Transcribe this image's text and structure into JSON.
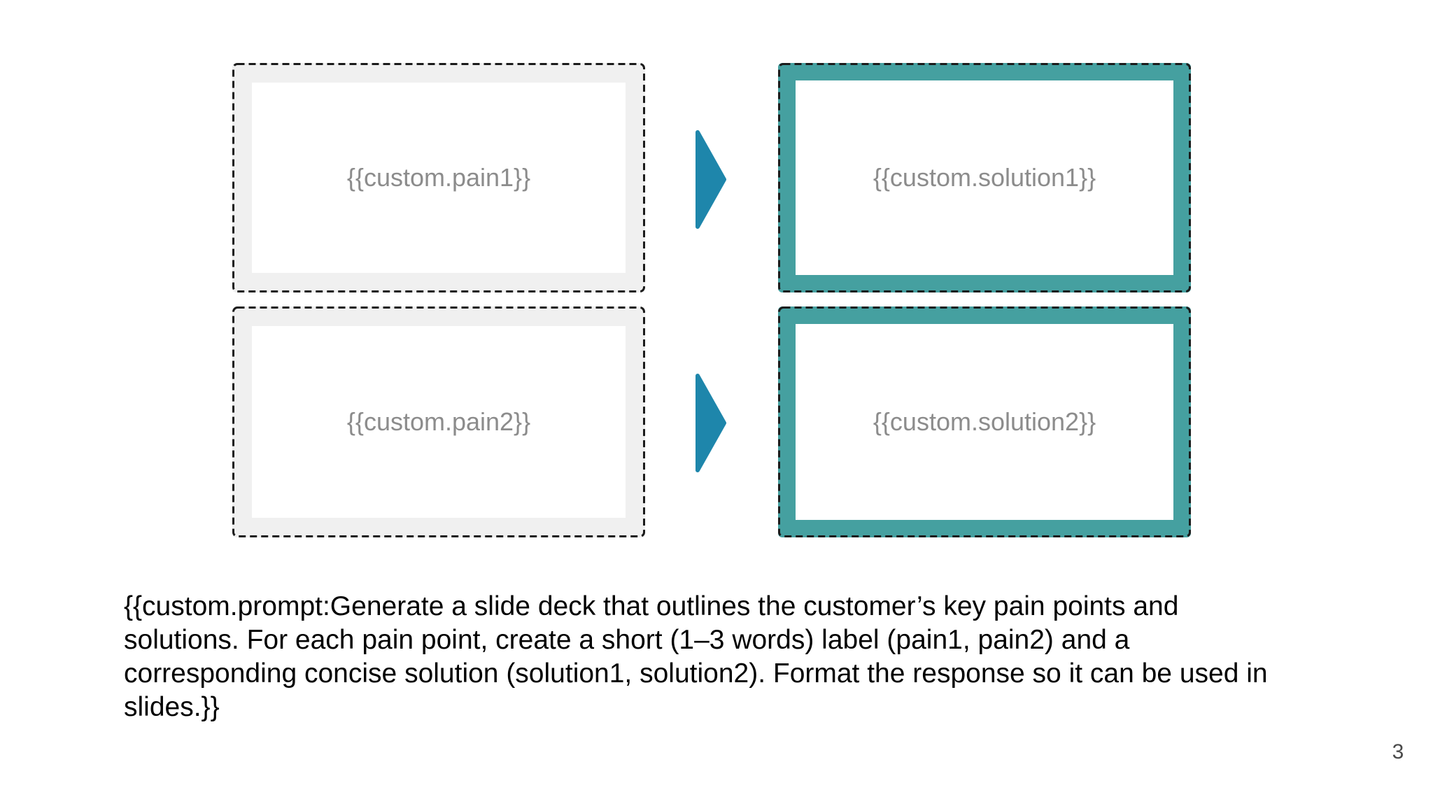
{
  "slide": {
    "background": "#ffffff",
    "page_number": "3"
  },
  "diagram": {
    "pain_boxes": [
      {
        "label": "{{custom.pain1}}"
      },
      {
        "label": "{{custom.pain2}}"
      }
    ],
    "solution_boxes": [
      {
        "label": "{{custom.solution1}}"
      },
      {
        "label": "{{custom.solution2}}"
      }
    ],
    "arrow_icon": "right-arrow",
    "colors": {
      "solution_frame_teal": "#45a0a0",
      "arrow_blue": "#1e86ab",
      "pain_fill_gray": "#f0f0f0",
      "dashed_border_black": "#1b1b1b",
      "placeholder_text_gray": "#8c8c8c",
      "page_number_gray": "#4a4a4a"
    }
  },
  "prompt": {
    "full_text": "{{custom.prompt:Generate a slide deck that outlines the customer’s key pain points and solutions. For each pain point, create a short (1–3 words) label (pain1, pain2) and a corresponding concise solution (solution1, solution2). Format the response so it can be used in slides.}}",
    "lines": [
      "{{custom.prompt:Generate a slide deck that outlines the customer’s key pain points and",
      "solutions. For each pain point, create a short (1–3 words) label (pain1, pain2) and a",
      "corresponding concise solution (solution1, solution2). Format the response so it can be used in",
      "slides.}}"
    ]
  }
}
